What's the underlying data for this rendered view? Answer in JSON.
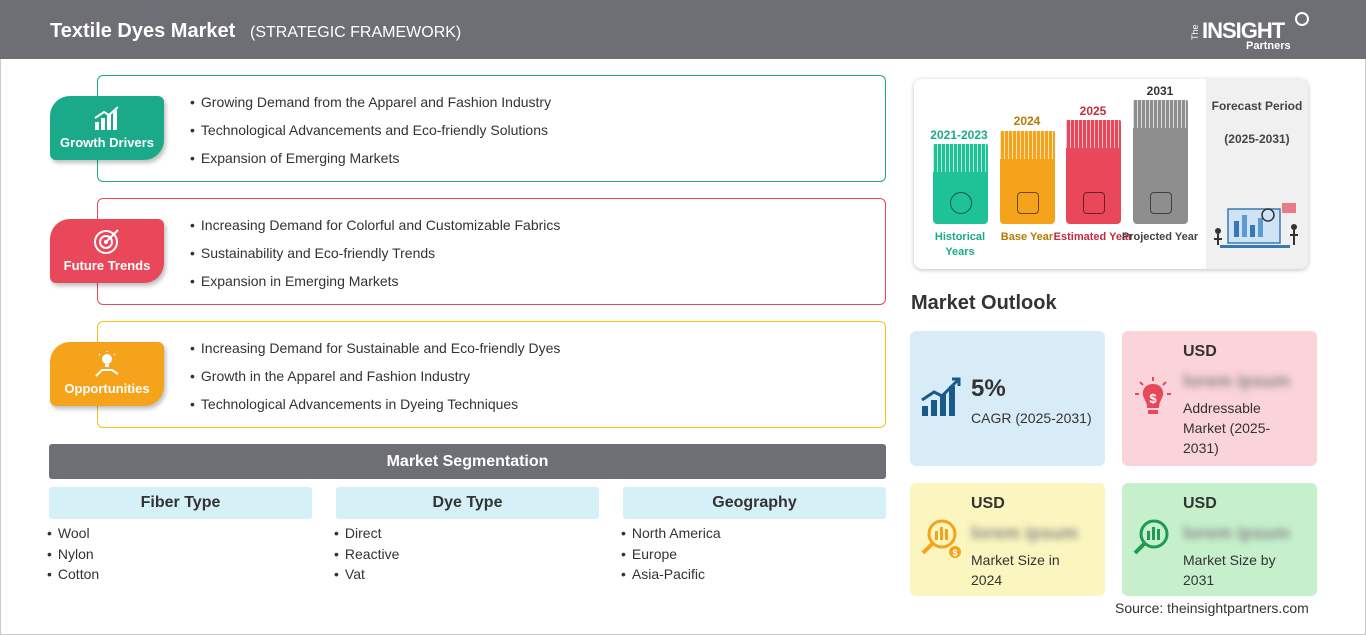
{
  "header": {
    "title": "Textile Dyes Market",
    "subtitle": "(STRATEGIC FRAMEWORK)",
    "logo": {
      "the": "The",
      "insight": "INSIGHT",
      "partners": "Partners"
    }
  },
  "framework": [
    {
      "label": "Growth Drivers",
      "icon": "bar-chart-growth-icon",
      "color": "#1aaa8a",
      "items": [
        "Growing Demand from the Apparel and Fashion Industry",
        "Technological Advancements and Eco-friendly Solutions",
        "Expansion of Emerging Markets"
      ]
    },
    {
      "label": "Future Trends",
      "icon": "target-icon",
      "color": "#e8485a",
      "items": [
        "Increasing Demand for Colorful and Customizable Fabrics",
        "Sustainability and Eco-friendly Trends",
        "Expansion in Emerging Markets"
      ]
    },
    {
      "label": "Opportunities",
      "icon": "lightbulb-hand-icon",
      "color": "#f5a31a",
      "items": [
        "Increasing Demand for Sustainable and Eco-friendly Dyes",
        "Growth in the Apparel and Fashion Industry",
        "Technological Advancements in Dyeing Techniques"
      ]
    }
  ],
  "segmentation": {
    "title": "Market Segmentation",
    "columns": [
      {
        "heading": "Fiber Type",
        "items": [
          "Wool",
          "Nylon",
          "Cotton"
        ]
      },
      {
        "heading": "Dye Type",
        "items": [
          "Direct",
          "Reactive",
          "Vat"
        ]
      },
      {
        "heading": "Geography",
        "items": [
          "North America",
          "Europe",
          "Asia-Pacific"
        ]
      }
    ]
  },
  "timeline": {
    "forecast_label": "Forecast Period",
    "forecast_range": "(2025-2031)",
    "bars": [
      {
        "year": "2021-2023",
        "caption": "Historical Years",
        "color": "#1fc196",
        "year_color": "#1aaa8a",
        "icon": "history-icon"
      },
      {
        "year": "2024",
        "caption": "Base Year",
        "color": "#f5a31a",
        "year_color": "#b77a00",
        "icon": "calendar-icon"
      },
      {
        "year": "2025",
        "caption": "Estimated Year",
        "color": "#e8485a",
        "year_color": "#c42b3c",
        "icon": "gears-chart-icon"
      },
      {
        "year": "2031",
        "caption": "Projected Year",
        "color": "#8e8e8e",
        "year_color": "#333333",
        "icon": "presentation-icon"
      }
    ]
  },
  "outlook": {
    "title": "Market Outlook",
    "cards": [
      {
        "value": "5%",
        "desc": "CAGR (2025-2031)",
        "bg": "#d7ecf7",
        "icon": "growth-chart-icon"
      },
      {
        "usd": "USD",
        "blur": "lorem ipsum",
        "desc": "Addressable Market (2025-2031)",
        "bg": "#fbd3da",
        "icon": "dollar-bulb-icon"
      },
      {
        "usd": "USD",
        "blur": "lorem ipsum",
        "desc": "Market Size in 2024",
        "bg": "#fbf6bf",
        "icon": "magnifier-dollar-icon"
      },
      {
        "usd": "USD",
        "blur": "lorem ipsum",
        "desc": "Market Size by 2031",
        "bg": "#c6f0cc",
        "icon": "magnifier-chart-icon"
      }
    ]
  },
  "source": "Source: theinsightpartners.com"
}
